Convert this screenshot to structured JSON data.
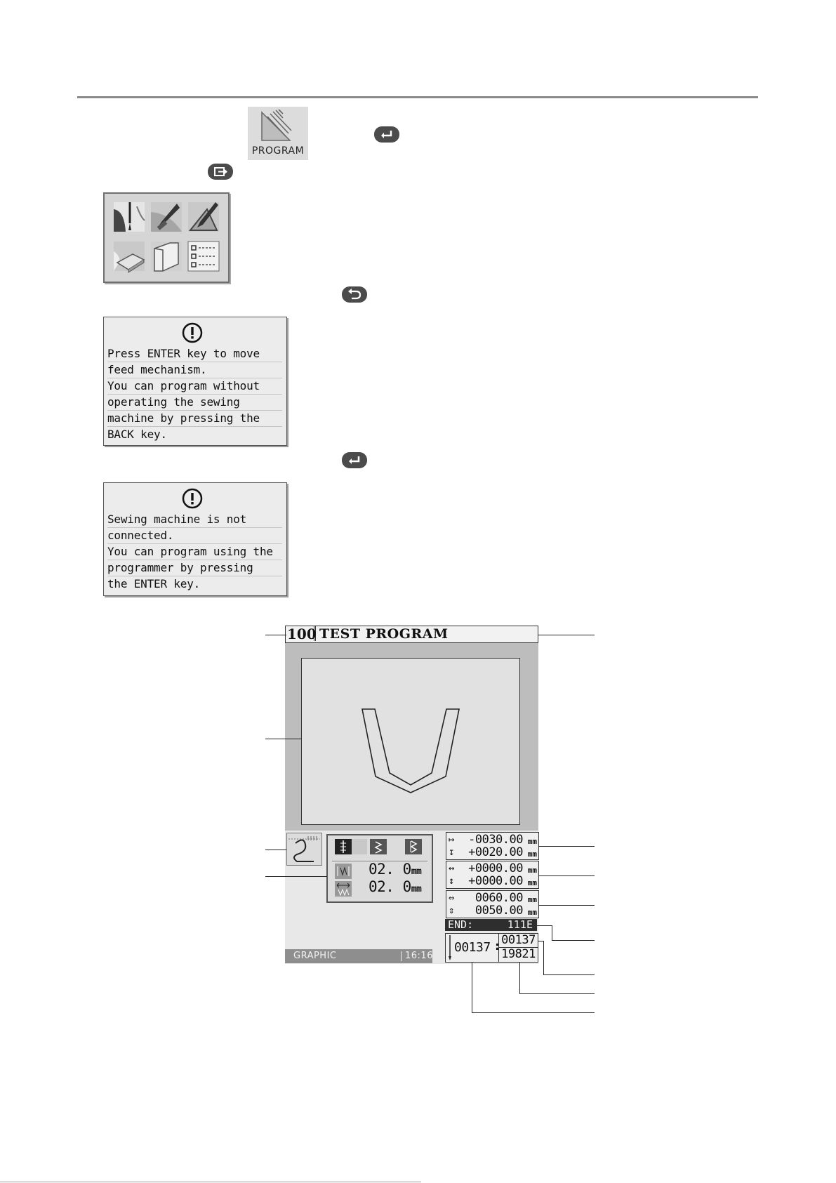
{
  "program_icon": {
    "label": "PROGRAM"
  },
  "keys": {
    "enter": "enter-key",
    "exit": "exit-key",
    "back": "back-key"
  },
  "menu_icons": [
    "sewing-needle-icon",
    "pen-edit-icon",
    "pen-angle-icon",
    "eraser-icon",
    "folder-icon",
    "checklist-icon"
  ],
  "message1": {
    "icon": "warning-icon",
    "lines": [
      "Press ENTER key to move",
      "feed mechanism.",
      "You can program without",
      "operating the sewing",
      "machine by pressing the",
      "BACK key."
    ]
  },
  "message2": {
    "icon": "warning-icon",
    "lines": [
      "Sewing machine is not",
      "connected.",
      "You can program using the",
      "programmer by pressing",
      "the ENTER key."
    ]
  },
  "screen": {
    "program_number": "100",
    "program_name": "TEST PROGRAM",
    "stitch": {
      "length_value": "02. 0",
      "length_unit": "mm",
      "width_value": "02. 0",
      "width_unit": "mm"
    },
    "position": {
      "x": "-0030.00",
      "y": "+0020.00",
      "unit": "mm"
    },
    "offset": {
      "x": "+0000.00",
      "y": "+0000.00",
      "unit": "mm"
    },
    "size": {
      "x": "0060.00",
      "y": "0050.00",
      "unit": "mm"
    },
    "end": {
      "label": "END:",
      "code": "111E"
    },
    "counter": {
      "current": "00137",
      "top": "00137",
      "bottom": "19821",
      "sep": ":"
    },
    "status": {
      "mode": "GRAPHIC",
      "time": "16:16"
    }
  }
}
